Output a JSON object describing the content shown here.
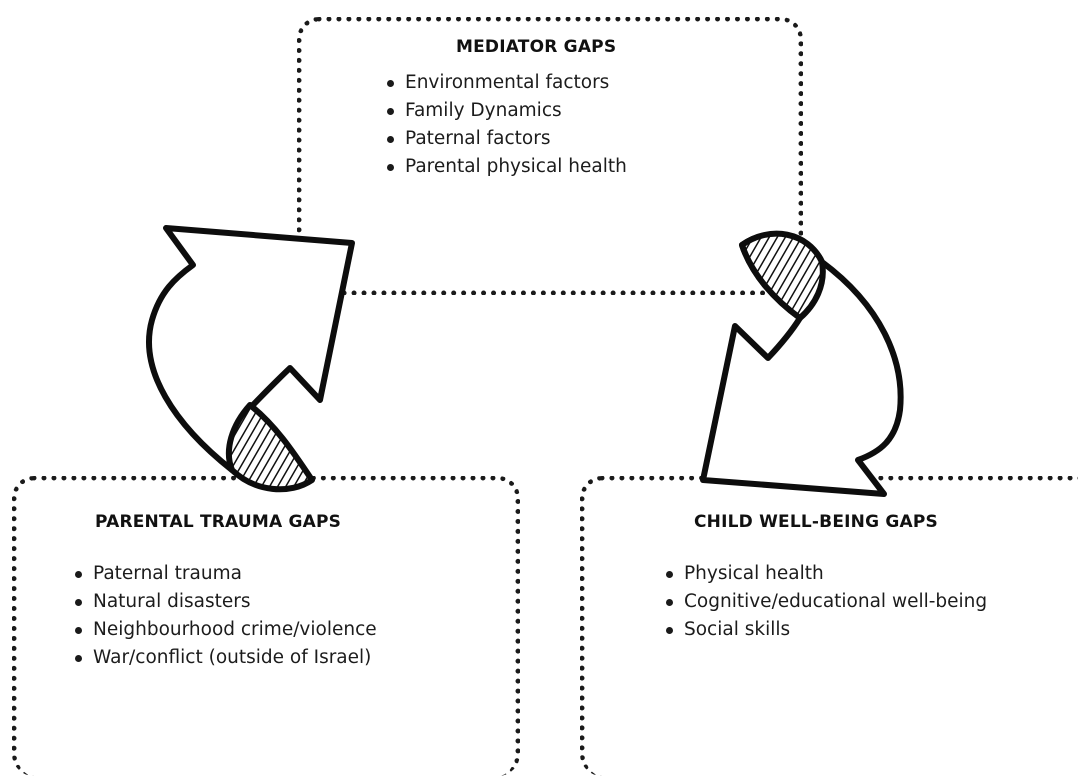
{
  "mediator": {
    "title": "MEDIATOR GAPS",
    "items": [
      "Environmental factors",
      "Family Dynamics",
      "Paternal factors",
      "Parental physical health"
    ]
  },
  "parental": {
    "title": "PARENTAL TRAUMA GAPS",
    "items": [
      "Paternal trauma",
      "Natural disasters",
      "Neighbourhood crime/violence",
      "War/conflict (outside of Israel)"
    ]
  },
  "child": {
    "title": "CHILD WELL-BEING GAPS",
    "items": [
      "Physical health",
      "Cognitive/educational well-being",
      "Social skills"
    ]
  },
  "arrows": {
    "left": "curved-arrow-up-right",
    "right": "curved-arrow-down-left"
  }
}
